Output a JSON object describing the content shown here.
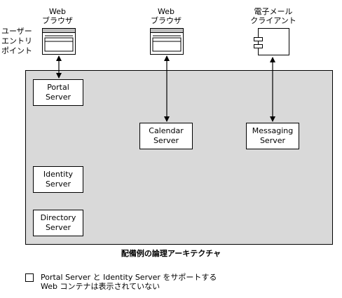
{
  "clients": {
    "browser1": {
      "line1": "Web",
      "line2": "ブラウザ"
    },
    "browser2": {
      "line1": "Web",
      "line2": "ブラウザ"
    },
    "mail": {
      "line1": "電子メール",
      "line2": "クライアント"
    }
  },
  "entry_point": {
    "line1": "ユーザー",
    "line2": "エントリ",
    "line3": "ポイント"
  },
  "servers": {
    "portal": {
      "line1": "Portal",
      "line2": "Server"
    },
    "calendar": {
      "line1": "Calendar",
      "line2": "Server"
    },
    "messaging": {
      "line1": "Messaging",
      "line2": "Server"
    },
    "identity": {
      "line1": "Identity",
      "line2": "Server"
    },
    "directory": {
      "line1": "Directory",
      "line2": "Server"
    }
  },
  "caption": "配備例の論理アーキテクチャ",
  "legend": {
    "line1": "Portal Server と Identity Server をサポートする",
    "line2": "Web コンテナは表示されていない"
  }
}
